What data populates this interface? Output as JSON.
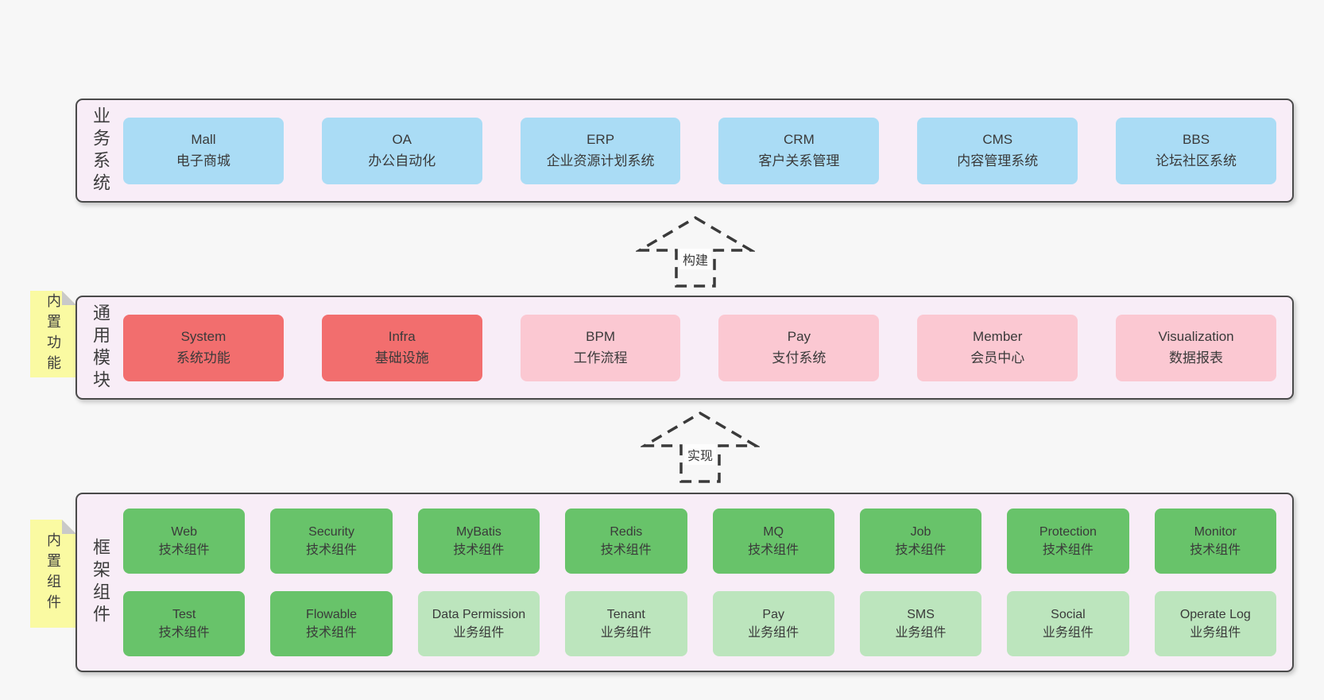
{
  "colors": {
    "page_bg": "#f7f7f7",
    "panel_bg": "#f8edf7",
    "panel_border": "#4a4a4a",
    "box_blue": "#aadcf5",
    "box_red": "#f26e6e",
    "box_pink": "#fbc8d2",
    "box_green_dark": "#68c36a",
    "box_green_light": "#bce5bd",
    "tag_yellow": "#fafaa2",
    "tag_fold_gray": "#c9c9c9",
    "text": "#3a3a3a"
  },
  "arrows": {
    "build": "构建",
    "implement": "实现"
  },
  "sections": {
    "business": {
      "label": "业务系统",
      "boxes": [
        {
          "title": "Mall",
          "subtitle": "电子商城"
        },
        {
          "title": "OA",
          "subtitle": "办公自动化"
        },
        {
          "title": "ERP",
          "subtitle": "企业资源计划系统"
        },
        {
          "title": "CRM",
          "subtitle": "客户关系管理"
        },
        {
          "title": "CMS",
          "subtitle": "内容管理系统"
        },
        {
          "title": "BBS",
          "subtitle": "论坛社区系统"
        }
      ]
    },
    "modules": {
      "label": "通用模块",
      "tag": "内置功能",
      "boxes": [
        {
          "title": "System",
          "subtitle": "系统功能"
        },
        {
          "title": "Infra",
          "subtitle": "基础设施"
        },
        {
          "title": "BPM",
          "subtitle": "工作流程"
        },
        {
          "title": "Pay",
          "subtitle": "支付系统"
        },
        {
          "title": "Member",
          "subtitle": "会员中心"
        },
        {
          "title": "Visualization",
          "subtitle": "数据报表"
        }
      ]
    },
    "framework": {
      "label": "框架组件",
      "tag": "内置组件",
      "row1": [
        {
          "title": "Web",
          "subtitle": "技术组件"
        },
        {
          "title": "Security",
          "subtitle": "技术组件"
        },
        {
          "title": "MyBatis",
          "subtitle": "技术组件"
        },
        {
          "title": "Redis",
          "subtitle": "技术组件"
        },
        {
          "title": "MQ",
          "subtitle": "技术组件"
        },
        {
          "title": "Job",
          "subtitle": "技术组件"
        },
        {
          "title": "Protection",
          "subtitle": "技术组件"
        },
        {
          "title": "Monitor",
          "subtitle": "技术组件"
        }
      ],
      "row2": [
        {
          "title": "Test",
          "subtitle": "技术组件"
        },
        {
          "title": "Flowable",
          "subtitle": "技术组件"
        },
        {
          "title": "Data Permission",
          "subtitle": "业务组件"
        },
        {
          "title": "Tenant",
          "subtitle": "业务组件"
        },
        {
          "title": "Pay",
          "subtitle": "业务组件"
        },
        {
          "title": "SMS",
          "subtitle": "业务组件"
        },
        {
          "title": "Social",
          "subtitle": "业务组件"
        },
        {
          "title": "Operate Log",
          "subtitle": "业务组件"
        }
      ]
    }
  }
}
